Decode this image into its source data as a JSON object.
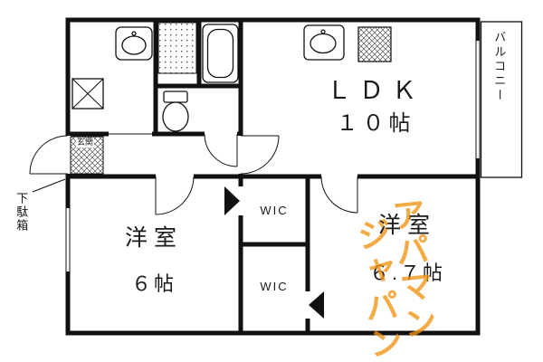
{
  "plan": {
    "rooms": {
      "ldk": {
        "label": "ＬＤＫ",
        "size": "１０帖"
      },
      "bedroom_left": {
        "label": "洋室",
        "size": "６帖"
      },
      "bedroom_right": {
        "label": "洋室",
        "size": "６.７帖"
      },
      "wic_upper": {
        "label": "WIC"
      },
      "wic_lower": {
        "label": "WIC"
      },
      "balcony": {
        "label": "バルコニー"
      },
      "entrance": {
        "label": "玄関"
      },
      "shoe_cabinet": {
        "label": "下駄箱"
      }
    },
    "fixtures": [
      "kitchen-sink",
      "gas-range",
      "bathtub",
      "vanity-sink",
      "toilet",
      "washer-space",
      "laundry-pan"
    ],
    "watermark": {
      "column_right": "アパマン",
      "column_left": "ジャパン"
    },
    "colors": {
      "wall": "#111111",
      "background": "#ffffff",
      "watermark": "#f29413"
    }
  }
}
